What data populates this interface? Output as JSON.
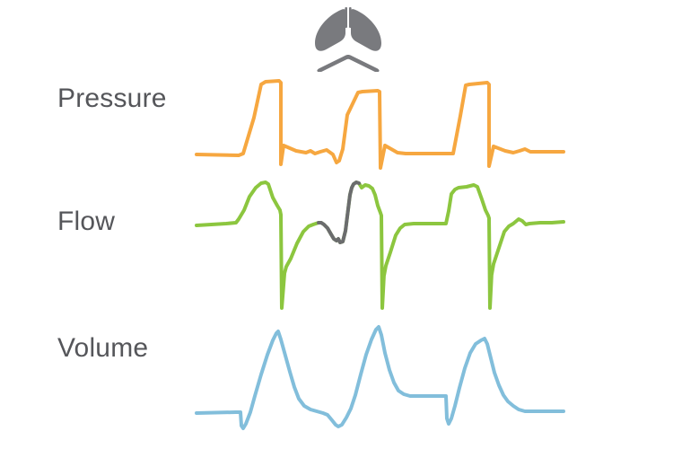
{
  "page": {
    "background": "#ffffff",
    "description": "Ventilator waveform panel showing three stacked respiratory traces over time"
  },
  "icon": {
    "name": "lungs-icon",
    "color": "#797a7e"
  },
  "rows": [
    {
      "label": "Pressure",
      "color": "#f6a740"
    },
    {
      "label": "Flow",
      "color": "#8cc63f"
    },
    {
      "label": "Volume",
      "color": "#82bedb"
    }
  ],
  "label_color": "#55565a",
  "chart_data": {
    "type": "line",
    "title": "",
    "xlabel": "",
    "ylabel": "",
    "axes_visible": false,
    "grid": false,
    "legend": "row labels at left (Pressure, Flow, Volume)",
    "units": "pixel coordinates on a 750x500 canvas; three breath cycles per trace; no tick labels shown",
    "stroke_width": 4,
    "highlight_note": "a segment of the Flow trace between breaths 1 and 2 is drawn in gray",
    "series": [
      {
        "name": "pressure",
        "color": "#f6a740",
        "points": [
          [
            219,
            172
          ],
          [
            266,
            173
          ],
          [
            271,
            171
          ],
          [
            283,
            131
          ],
          [
            291,
            94
          ],
          [
            296,
            91
          ],
          [
            311,
            90
          ],
          [
            313,
            92
          ],
          [
            313,
            183
          ],
          [
            316,
            162
          ],
          [
            330,
            168
          ],
          [
            341,
            170
          ],
          [
            346,
            168
          ],
          [
            351,
            171
          ],
          [
            357,
            169
          ],
          [
            364,
            167
          ],
          [
            371,
            172
          ],
          [
            375,
            181
          ],
          [
            378,
            179
          ],
          [
            382,
            166
          ],
          [
            387,
            128
          ],
          [
            399,
            103
          ],
          [
            404,
            102
          ],
          [
            421,
            101
          ],
          [
            423,
            102
          ],
          [
            424,
            187
          ],
          [
            429,
            162
          ],
          [
            443,
            170
          ],
          [
            452,
            171
          ],
          [
            505,
            171
          ],
          [
            513,
            129
          ],
          [
            519,
            95
          ],
          [
            523,
            94
          ],
          [
            543,
            92
          ],
          [
            545,
            94
          ],
          [
            545,
            185
          ],
          [
            550,
            163
          ],
          [
            563,
            168
          ],
          [
            572,
            170
          ],
          [
            579,
            168
          ],
          [
            585,
            166
          ],
          [
            591,
            169
          ],
          [
            602,
            169
          ],
          [
            628,
            169
          ]
        ]
      },
      {
        "name": "flow",
        "color": "#8cc63f",
        "points": [
          [
            219,
            251
          ],
          [
            252,
            249
          ],
          [
            263,
            248
          ],
          [
            266,
            244
          ],
          [
            272,
            234
          ],
          [
            278,
            219
          ],
          [
            285,
            209
          ],
          [
            291,
            204
          ],
          [
            296,
            203
          ],
          [
            299,
            205
          ],
          [
            304,
            220
          ],
          [
            309,
            229
          ],
          [
            312,
            234
          ],
          [
            313,
            239
          ],
          [
            314,
            343
          ],
          [
            317,
            305
          ],
          [
            315,
            312
          ],
          [
            319,
            297
          ],
          [
            324,
            288
          ],
          [
            331,
            271
          ],
          [
            338,
            258
          ],
          [
            344,
            252
          ],
          [
            349,
            250
          ],
          [
            355,
            248
          ],
          [
            358,
            248
          ],
          [
            361,
            250
          ],
          [
            365,
            254
          ],
          [
            369,
            261
          ],
          [
            372,
            266
          ],
          [
            375,
            268
          ],
          [
            377,
            266
          ],
          [
            379,
            270
          ],
          [
            382,
            269
          ],
          [
            385,
            257
          ],
          [
            388,
            233
          ],
          [
            390,
            217
          ],
          [
            392,
            209
          ],
          [
            394,
            205
          ],
          [
            397,
            203
          ],
          [
            400,
            204
          ],
          [
            403,
            209
          ],
          [
            407,
            206
          ],
          [
            411,
            207
          ],
          [
            415,
            210
          ],
          [
            418,
            217
          ],
          [
            421,
            229
          ],
          [
            424,
            237
          ],
          [
            425,
            240
          ],
          [
            426,
            343
          ],
          [
            428,
            305
          ],
          [
            427,
            312
          ],
          [
            430,
            296
          ],
          [
            435,
            281
          ],
          [
            441,
            262
          ],
          [
            446,
            254
          ],
          [
            451,
            250
          ],
          [
            461,
            249
          ],
          [
            497,
            249
          ],
          [
            500,
            235
          ],
          [
            503,
            216
          ],
          [
            507,
            211
          ],
          [
            511,
            209
          ],
          [
            520,
            208
          ],
          [
            528,
            206
          ],
          [
            532,
            208
          ],
          [
            537,
            222
          ],
          [
            541,
            234
          ],
          [
            544,
            240
          ],
          [
            545,
            243
          ],
          [
            546,
            343
          ],
          [
            548,
            303
          ],
          [
            547,
            311
          ],
          [
            550,
            294
          ],
          [
            556,
            276
          ],
          [
            562,
            258
          ],
          [
            567,
            252
          ],
          [
            572,
            249
          ],
          [
            578,
            244
          ],
          [
            582,
            246
          ],
          [
            586,
            250
          ],
          [
            590,
            249
          ],
          [
            602,
            248
          ],
          [
            615,
            248
          ],
          [
            628,
            247
          ]
        ]
      },
      {
        "name": "flow-highlight",
        "color": "#6b6c6e",
        "points": [
          [
            355,
            248
          ],
          [
            358,
            248
          ],
          [
            361,
            250
          ],
          [
            365,
            254
          ],
          [
            369,
            261
          ],
          [
            372,
            266
          ],
          [
            375,
            268
          ],
          [
            377,
            266
          ],
          [
            379,
            270
          ],
          [
            382,
            269
          ],
          [
            385,
            257
          ],
          [
            388,
            233
          ],
          [
            390,
            217
          ],
          [
            392,
            209
          ],
          [
            394,
            205
          ],
          [
            397,
            203
          ],
          [
            400,
            204
          ]
        ]
      },
      {
        "name": "volume",
        "color": "#82bedb",
        "points": [
          [
            219,
            460
          ],
          [
            263,
            459
          ],
          [
            268,
            459
          ],
          [
            269,
            474
          ],
          [
            271,
            477
          ],
          [
            274,
            472
          ],
          [
            279,
            459
          ],
          [
            284,
            441
          ],
          [
            291,
            417
          ],
          [
            298,
            395
          ],
          [
            304,
            379
          ],
          [
            308,
            371
          ],
          [
            310,
            369
          ],
          [
            313,
            378
          ],
          [
            318,
            396
          ],
          [
            323,
            414
          ],
          [
            328,
            431
          ],
          [
            333,
            444
          ],
          [
            339,
            452
          ],
          [
            346,
            456
          ],
          [
            353,
            458
          ],
          [
            360,
            460
          ],
          [
            365,
            462
          ],
          [
            370,
            468
          ],
          [
            374,
            473
          ],
          [
            377,
            475
          ],
          [
            381,
            473
          ],
          [
            386,
            465
          ],
          [
            391,
            455
          ],
          [
            396,
            440
          ],
          [
            402,
            417
          ],
          [
            408,
            395
          ],
          [
            414,
            378
          ],
          [
            419,
            367
          ],
          [
            422,
            364
          ],
          [
            425,
            373
          ],
          [
            429,
            393
          ],
          [
            434,
            412
          ],
          [
            439,
            426
          ],
          [
            444,
            435
          ],
          [
            450,
            439
          ],
          [
            457,
            441
          ],
          [
            465,
            441
          ],
          [
            497,
            441
          ],
          [
            498,
            466
          ],
          [
            500,
            472
          ],
          [
            503,
            466
          ],
          [
            507,
            452
          ],
          [
            512,
            432
          ],
          [
            518,
            410
          ],
          [
            524,
            393
          ],
          [
            530,
            383
          ],
          [
            536,
            379
          ],
          [
            540,
            377
          ],
          [
            543,
            383
          ],
          [
            547,
            399
          ],
          [
            551,
            415
          ],
          [
            556,
            429
          ],
          [
            561,
            440
          ],
          [
            566,
            447
          ],
          [
            572,
            452
          ],
          [
            578,
            456
          ],
          [
            585,
            458
          ],
          [
            605,
            458
          ],
          [
            628,
            458
          ]
        ]
      }
    ]
  }
}
